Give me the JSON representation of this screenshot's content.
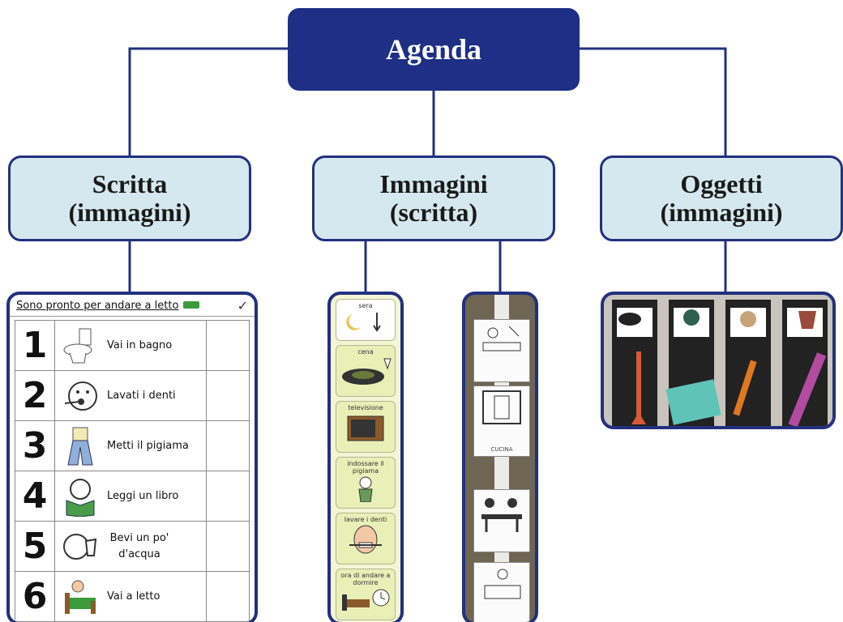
{
  "root": {
    "label": "Agenda"
  },
  "categories": [
    {
      "line1": "Scritta",
      "line2": "(immagini)"
    },
    {
      "line1": "Immagini",
      "line2": "(scritta)"
    },
    {
      "line1": "Oggetti",
      "line2": "(immagini)"
    }
  ],
  "sheet": {
    "title": "Sono pronto per andare a letto",
    "steps": [
      {
        "n": "1",
        "label": "Vai in bagno"
      },
      {
        "n": "2",
        "label": "Lavati i denti"
      },
      {
        "n": "3",
        "label": "Metti il pigiama"
      },
      {
        "n": "4",
        "label": "Leggi un libro"
      },
      {
        "n": "5",
        "label": "Bevi un po' d'acqua"
      },
      {
        "n": "6",
        "label": "Vai a letto"
      }
    ]
  },
  "strip1": {
    "cards": [
      "sera",
      "cena",
      "televisione",
      "indossare il pigiama",
      "lavare i denti",
      "ora di andare a dormire"
    ]
  },
  "strip2": {
    "cards": [
      "CUCINA"
    ]
  },
  "colors": {
    "dark_blue": "#1f2f86",
    "category_fill": "#d6e8ef",
    "border": "#23307f"
  }
}
